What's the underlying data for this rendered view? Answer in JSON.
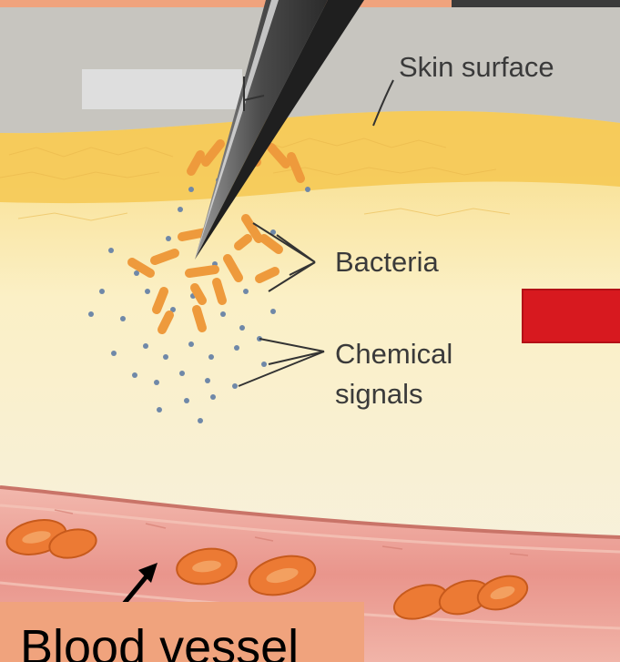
{
  "labels": {
    "skin_surface": "Skin surface",
    "bacteria": "Bacteria",
    "chemical_line1": "Chemical",
    "chemical_line2": "signals",
    "blood_vessel": "Blood vessel"
  },
  "colors": {
    "top_bar": "#f0a37d",
    "top_bar_dark": "#3b3b3b",
    "skin_gray": "#c5c3bd",
    "skin_yellow": "#f5cc5a",
    "tissue_light": "#fbf4d9",
    "vessel": "#e99a8f",
    "red_cell": "#e9752f",
    "bacterium": "#ee9a3c",
    "chemical_dot": "#6f88a8",
    "red_marker": "#d7191f",
    "label_box": "#f0a37d"
  },
  "icons": {
    "needle": "needle-icon",
    "arrow": "arrow-icon"
  }
}
